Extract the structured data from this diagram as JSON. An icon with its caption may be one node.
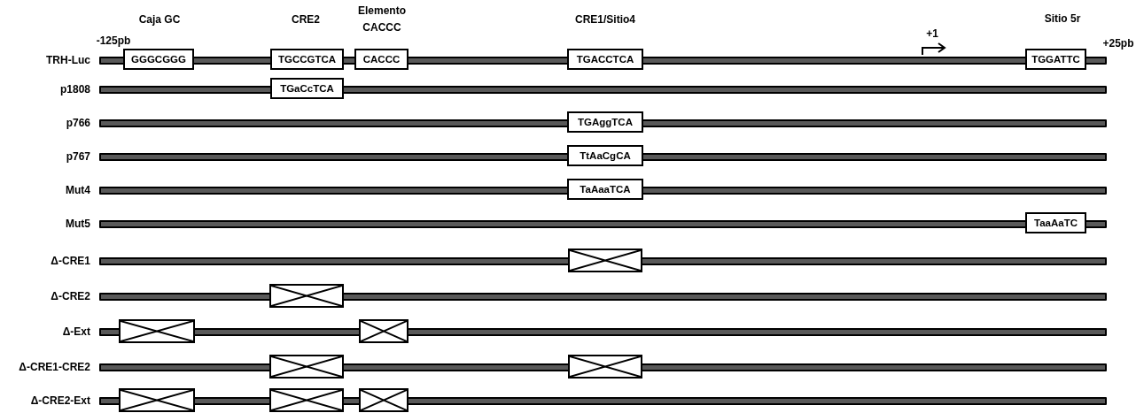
{
  "diagram": {
    "nodes": [
      {
        "text": [
          "TRH-Luc"
        ]
      },
      {
        "text": [
          "GGGCGGG"
        ]
      },
      {
        "text": [
          "TGCCGTCA"
        ]
      },
      {
        "text": [
          "CACCC"
        ]
      },
      {
        "text": [
          "TGACCTCA"
        ]
      },
      {
        "text": [
          "TGGATTC"
        ]
      },
      {
        "text": [
          "p1808"
        ]
      },
      {
        "text": [
          "TGaCcTCA"
        ]
      },
      {
        "text": [
          "p766"
        ]
      },
      {
        "text": [
          "TGAggTCA"
        ]
      },
      {
        "text": [
          "p767"
        ]
      },
      {
        "text": [
          "TtAaCgCA"
        ]
      },
      {
        "text": [
          "Mut4"
        ]
      },
      {
        "text": [
          "TaAaaTCA"
        ]
      },
      {
        "text": [
          "Mut5"
        ]
      },
      {
        "text": [
          "TaaAaTC"
        ]
      },
      {
        "text": [
          "Δ-CRE1"
        ]
      },
      {
        "text": [],
        "shape": "box"
      },
      {
        "text": [
          "Δ-CRE2"
        ]
      },
      {
        "text": [],
        "shape": "box"
      },
      {
        "text": [
          "Δ-Ext"
        ]
      },
      {
        "text": [],
        "shape": "box"
      },
      {
        "text": [],
        "shape": "box"
      },
      {
        "text": [
          "Δ-CRE1-CRE2"
        ]
      },
      {
        "text": [],
        "shape": "box"
      },
      {
        "text": [],
        "shape": "box"
      },
      {
        "text": [
          "Δ-CRE2-Ext"
        ]
      },
      {
        "text": [],
        "shape": "box"
      },
      {
        "text": [],
        "shape": "box"
      },
      {
        "text": [],
        "shape": "box"
      }
    ],
    "labels": [
      "Caja GC",
      "CRE2",
      "Elemento CACCC",
      "CRE1/Sitio4",
      "Sitio 5r",
      "-125pb",
      "+1",
      "+25pb"
    ]
  }
}
